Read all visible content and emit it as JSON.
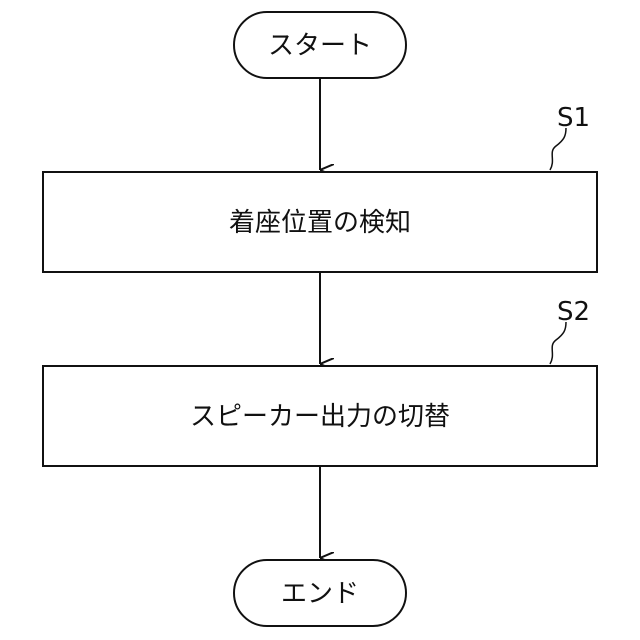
{
  "flowchart": {
    "start": {
      "label": "スタート"
    },
    "steps": [
      {
        "id": "S1",
        "label": "着座位置の検知"
      },
      {
        "id": "S2",
        "label": "スピーカー出力の切替"
      }
    ],
    "end": {
      "label": "エンド"
    }
  }
}
